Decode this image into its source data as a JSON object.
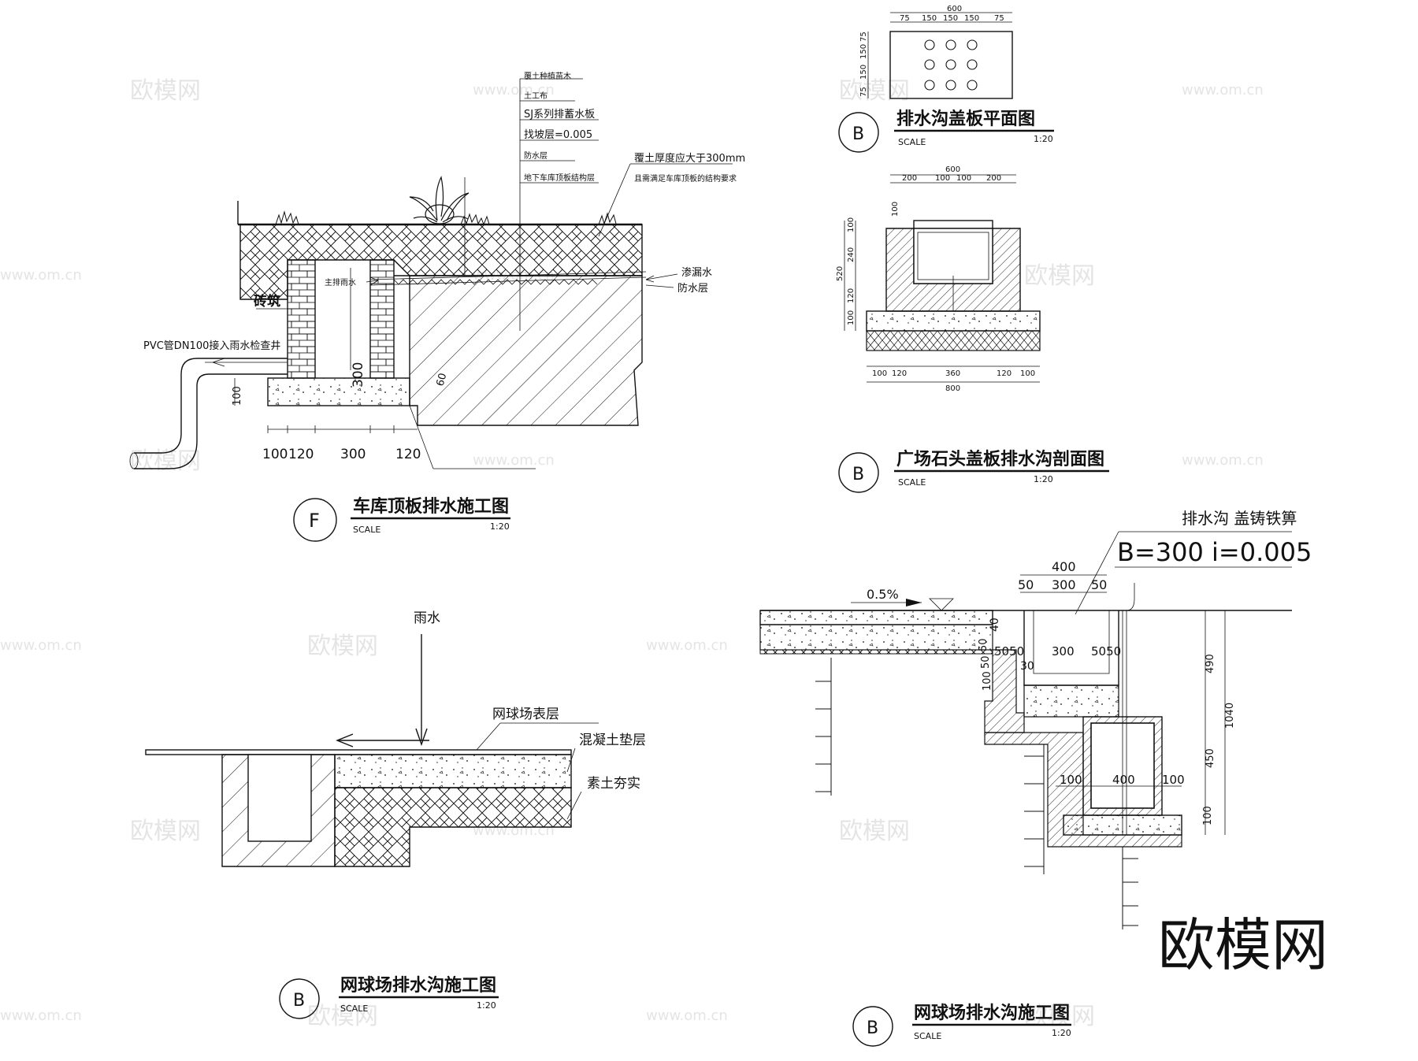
{
  "drawing_f": {
    "callouts": [
      "覆土种植苗木",
      "土工布",
      "SJ系列排蓄水板",
      "找坡层=0.005",
      "防水层",
      "地下车库顶板结构层"
    ],
    "note1": "覆土厚度应大于300mm",
    "note2": "且需满足车库顶板的结构要求",
    "label_main": "主排雨水",
    "label_seep": "渗漏水",
    "label_waterproof": "防水层",
    "label_brick": "砖筑",
    "label_pvc": "PVC管DN100接入雨水检查井",
    "dim_300": "300",
    "dim_100": "100",
    "dim_60": "60",
    "dims_bottom": [
      "100",
      "120",
      "300",
      "120"
    ],
    "bubble": "F",
    "title": "车库顶板排水施工图",
    "scale_word": "SCALE",
    "scale": "1:20"
  },
  "drawing_plan": {
    "dim_top": "600",
    "dims_top_sub": [
      "75",
      "150",
      "150",
      "150",
      "75"
    ],
    "dims_left": [
      "75",
      "150",
      "150",
      "75"
    ],
    "bubble": "B",
    "title": "排水沟盖板平面图",
    "scale_word": "SCALE",
    "scale": "1:20"
  },
  "drawing_section": {
    "dim_top": "600",
    "dims_top_sub": [
      "200",
      "100",
      "100",
      "200"
    ],
    "dims_left": [
      "100",
      "100",
      "240",
      "120",
      "100"
    ],
    "dim_left_total": "520",
    "dims_bottom": [
      "100",
      "120",
      "360",
      "120",
      "100"
    ],
    "dim_bottom_total": "800",
    "bubble": "B",
    "title": "广场石头盖板排水沟剖面图",
    "scale_word": "SCALE",
    "scale": "1:20"
  },
  "drawing_tennis1": {
    "label_rain": "雨水",
    "label_surface": "网球场表层",
    "label_concrete": "混凝土垫层",
    "label_soil": "素土夯实",
    "bubble": "B",
    "title": "网球场排水沟施工图",
    "scale_word": "SCALE",
    "scale": "1:20"
  },
  "drawing_tennis2": {
    "label_cover": "排水沟 盖铸铁箅",
    "label_spec": "B=300 i=0.005",
    "label_slope": "0.5%",
    "dim_400": "400",
    "dims_top": [
      "50",
      "300",
      "50"
    ],
    "dim_40": "40",
    "dims_mid": [
      "5050",
      "300",
      "5050"
    ],
    "dim_30": "30",
    "dims_left": [
      "100",
      "50",
      "50"
    ],
    "dim_490": "490",
    "dim_1040": "1040",
    "dim_450": "450",
    "dim_100r": "100",
    "dims_lower": [
      "100",
      "400",
      "100"
    ],
    "bubble": "B",
    "title": "网球场排水沟施工图",
    "scale_word": "SCALE",
    "scale": "1:20"
  },
  "watermark": {
    "logo": "欧模网",
    "url": "www.om.cn"
  }
}
